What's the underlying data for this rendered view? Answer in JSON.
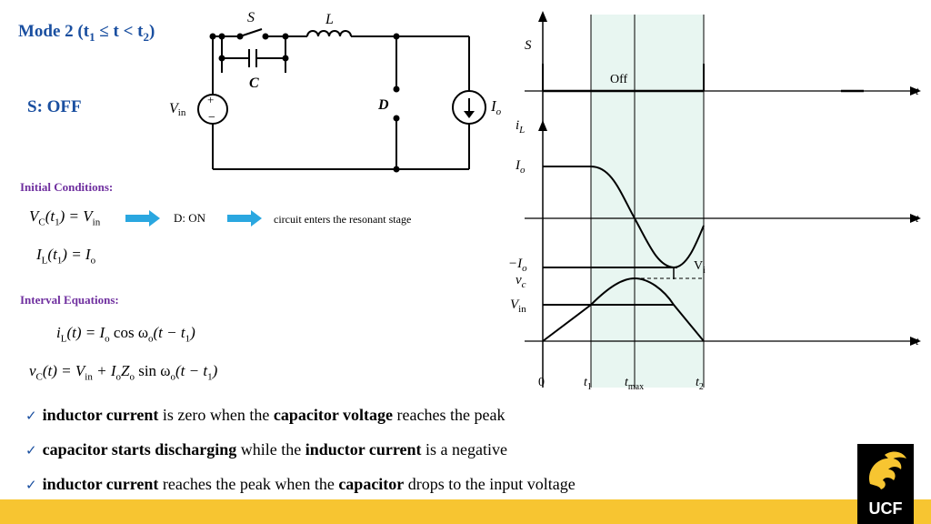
{
  "header": {
    "title_main": "Mode 2 (t",
    "title_sub1": "1",
    "title_mid": " ≤ t < t",
    "title_sub2": "2",
    "title_end": ")",
    "switch_state": "S: OFF"
  },
  "initial_conditions": {
    "heading": "Initial Conditions:",
    "vc_lhs": "V",
    "vc_sub": "C",
    "vc_arg": "(t",
    "vc_arg_sub": "1",
    "vc_rhs": ") = V",
    "vc_rhs_sub": "in",
    "diode_state": "D: ON",
    "result": "circuit enters the resonant stage",
    "il_lhs": "I",
    "il_sub": "L",
    "il_arg": "(t",
    "il_arg_sub": "1",
    "il_rhs": ") = I",
    "il_rhs_sub": "o"
  },
  "interval_equations": {
    "heading": "Interval Equations:",
    "il_lhs": "i",
    "il_sub": "L",
    "il_rest": "(t) = I",
    "il_o": "o",
    "il_cos": " cos ω",
    "il_o2": "o",
    "il_tail": "(t − t",
    "il_t1": "1",
    "il_close": ")",
    "vc_lhs": "v",
    "vc_sub": "C",
    "vc_rest": "(t) = V",
    "vc_in": "in",
    "vc_plus": " + I",
    "vc_o": "o",
    "vc_z": "Z",
    "vc_zo": "o",
    "vc_sin": " sin ω",
    "vc_o2": "o",
    "vc_tail": "(t − t",
    "vc_t1": "1",
    "vc_close": ")"
  },
  "circuit": {
    "switch_label": "S",
    "inductor_label": "L",
    "capacitor_label": "C",
    "source_label": "V",
    "source_sub": "in",
    "diode_label": "D",
    "load_label": "I",
    "load_sub": "o",
    "plus": "+",
    "minus": "−"
  },
  "waveforms": {
    "s_label": "S",
    "off_label": "Off",
    "il_label": "i",
    "il_sub": "L",
    "io_label": "I",
    "io_sub": "o",
    "neg_io_label": "−I",
    "neg_io_sub": "o",
    "vc_label": "v",
    "vc_sub": "c",
    "vin_label": "V",
    "vin_sub": "in",
    "vi_label": "V",
    "vi_sub": "i",
    "t_label": "t",
    "x_ticks": {
      "zero": "0",
      "t1": "t",
      "t1_sub": "1",
      "tmax": "t",
      "tmax_sub": "max",
      "t2": "t",
      "t2_sub": "2"
    }
  },
  "bullets": [
    {
      "b1": "inductor current",
      "t1": " is zero when the ",
      "b2": "capacitor voltage",
      "t2": " reaches the peak"
    },
    {
      "b1": "capacitor starts discharging",
      "t1": " while the ",
      "b2": "inductor current",
      "t2": " is a negative"
    },
    {
      "b1": "inductor current",
      "t1": " reaches the peak when the ",
      "b2": "capacitor",
      "t2": " drops to the input voltage"
    }
  ],
  "logo": {
    "text": "UCF"
  },
  "colors": {
    "title": "#1a4fa0",
    "section_heading": "#6f2f9f",
    "arrow": "#2aa7e0",
    "bar": "#f7c531",
    "highlight": "#e8f6f1"
  }
}
